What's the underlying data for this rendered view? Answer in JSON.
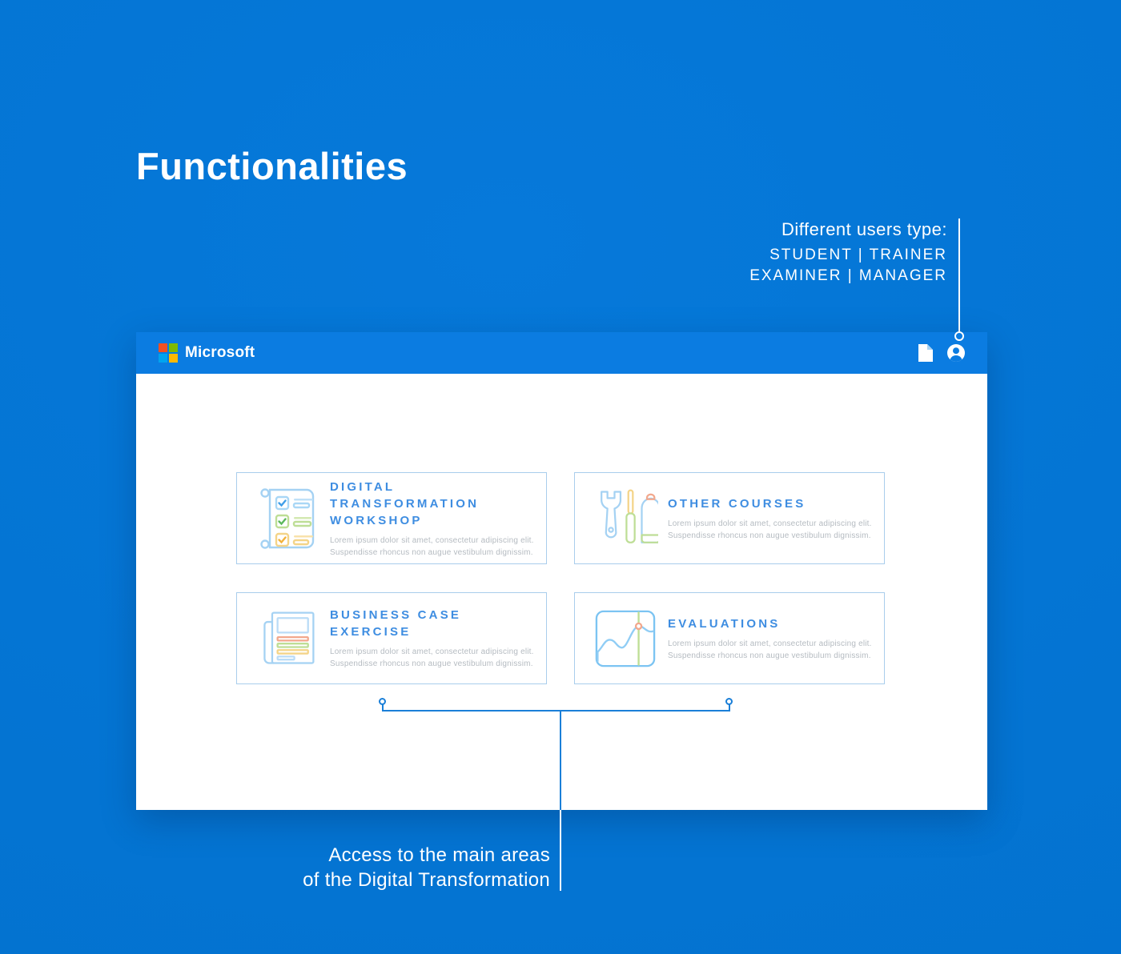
{
  "page": {
    "title": "Functionalities",
    "background_color": "#0373d2"
  },
  "annotations": {
    "users": {
      "heading": "Different users type:",
      "line1": "STUDENT | TRAINER",
      "line2": "EXAMINER | MANAGER"
    },
    "access": {
      "line1": "Access to the main areas",
      "line2": "of the Digital Transformation"
    }
  },
  "window": {
    "header": {
      "brand": "Microsoft",
      "logo_colors": {
        "top_left": "#f25022",
        "top_right": "#7fba00",
        "bottom_left": "#00a4ef",
        "bottom_right": "#ffb900"
      },
      "header_color": "#0b7ce1",
      "icons": [
        "document-icon",
        "account-icon"
      ]
    },
    "cards": [
      {
        "icon": "checklist-scroll-icon",
        "title": "DIGITAL TRANSFORMATION WORKSHOP",
        "desc1": "Lorem ipsum dolor sit amet, consectetur adipiscing elit.",
        "desc2": "Suspendisse rhoncus non augue vestibulum dignissim."
      },
      {
        "icon": "tools-icon",
        "title": "OTHER COURSES",
        "desc1": "Lorem ipsum dolor sit amet, consectetur adipiscing elit.",
        "desc2": "Suspendisse rhoncus non augue vestibulum dignissim."
      },
      {
        "icon": "business-document-icon",
        "title": "BUSINESS CASE EXERCISE",
        "desc1": "Lorem ipsum dolor sit amet, consectetur adipiscing elit.",
        "desc2": "Suspendisse rhoncus non augue vestibulum dignissim."
      },
      {
        "icon": "chart-icon",
        "title": "EVALUATIONS",
        "desc1": "Lorem ipsum dolor sit amet, consectetur adipiscing elit.",
        "desc2": "Suspendisse rhoncus non augue vestibulum dignissim."
      }
    ],
    "colors": {
      "card_border": "#a9cdec",
      "card_title": "#3e8de1",
      "card_desc": "#b5bbc1",
      "connector_blue": "#1a7fd8"
    }
  }
}
